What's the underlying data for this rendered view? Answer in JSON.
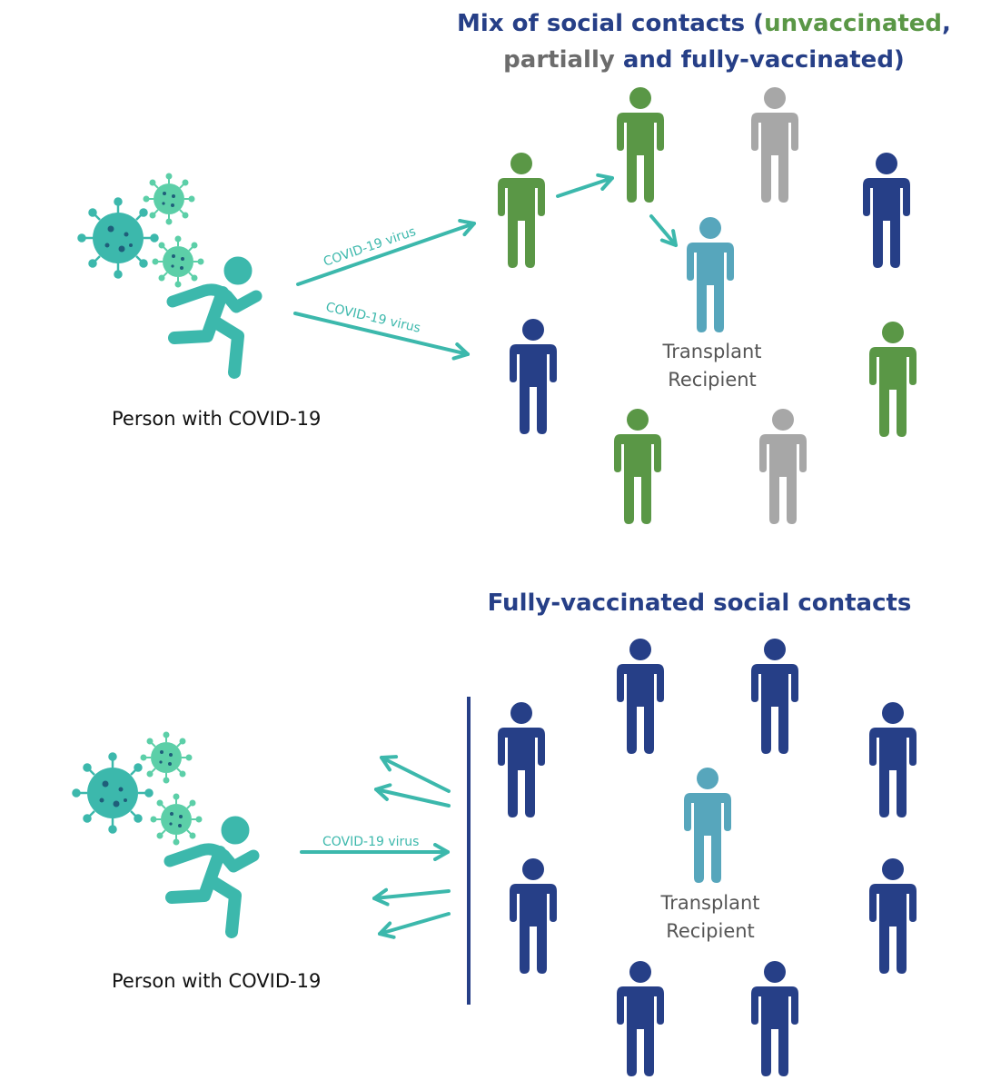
{
  "colors": {
    "navy": "#263f87",
    "green": "#5a9746",
    "grey": "#a7a7a7",
    "transplant": "#57a6bc",
    "teal": "#3cb8ac",
    "virus_light": "#5ccfa8"
  },
  "top_panel": {
    "title_part1": "Mix of social contacts (",
    "title_unvaccinated": "unvaccinated",
    "title_comma": ",",
    "title_partially": "partially",
    "title_part3": " and fully-vaccinated)",
    "person_label": "Person with COVID-19",
    "arrow_label_1": "COVID-19 virus",
    "arrow_label_2": "COVID-19 virus",
    "transplant_line1": "Transplant",
    "transplant_line2": "Recipient"
  },
  "bottom_panel": {
    "title": "Fully-vaccinated social contacts",
    "person_label": "Person with COVID-19",
    "arrow_label": "COVID-19 virus",
    "transplant_line1": "Transplant",
    "transplant_line2": "Recipient"
  },
  "icons": [
    "virus-icon",
    "running-person-icon",
    "person-icon",
    "arrow-icon",
    "barrier-line"
  ]
}
